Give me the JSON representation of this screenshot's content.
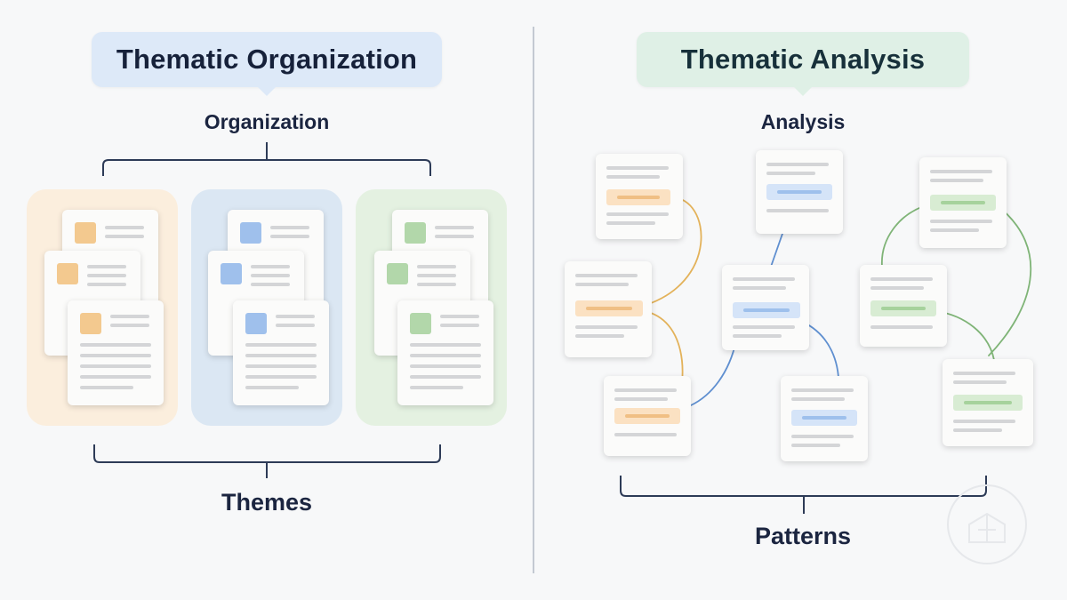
{
  "left": {
    "title": "Thematic Organization",
    "subtitle": "Organization",
    "footer": "Themes"
  },
  "right": {
    "title": "Thematic Analysis",
    "subtitle": "Analysis",
    "footer": "Patterns"
  },
  "colors": {
    "orange": "#f0b868",
    "blue": "#6b9edb",
    "green": "#86bf7c",
    "left_pill_bg": "#dde9f8",
    "right_pill_bg": "#dff0e6",
    "bracket": "#2d3b57"
  }
}
